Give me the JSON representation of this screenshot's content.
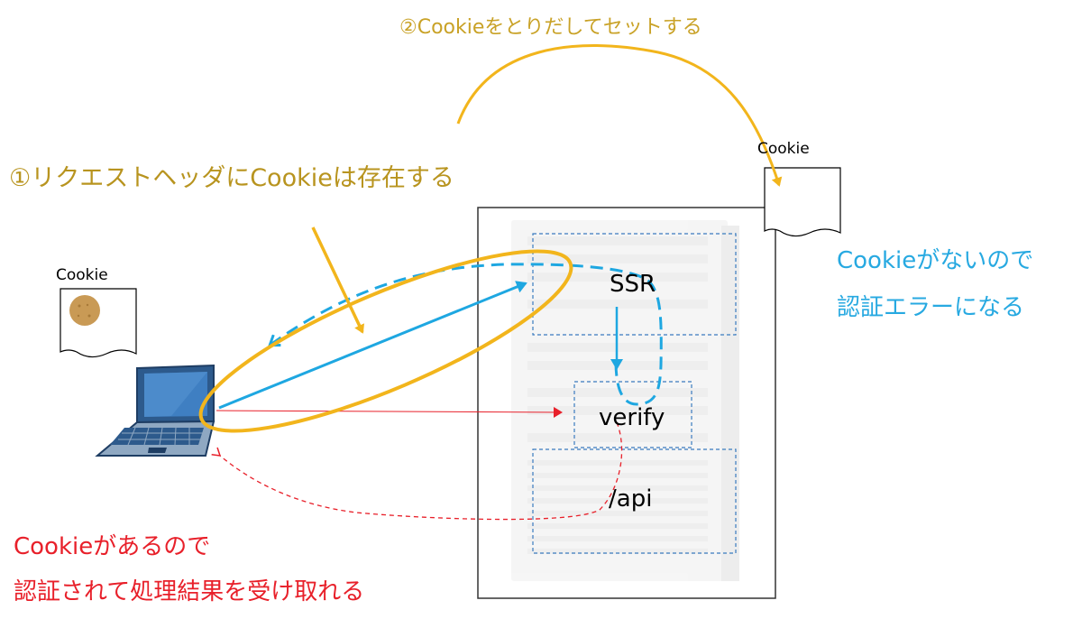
{
  "annotations": {
    "step2": "②Cookieをとりだしてセットする",
    "step1": "①リクエストヘッダにCookieは存在する",
    "blue_line1": "Cookieがないので",
    "blue_line2": "認証エラーになる",
    "red_line1": "Cookieがあるので",
    "red_line2": "認証されて処理結果を受け取れる"
  },
  "documents": {
    "client_cookie": "Cookie",
    "server_cookie": "Cookie"
  },
  "server": {
    "components": {
      "ssr": "SSR",
      "verify": "verify",
      "api": "/api"
    }
  },
  "colors": {
    "yellow": "#f2b51c",
    "blue": "#1ea7e1",
    "red": "#e8202a",
    "cookie": "#c99a55",
    "laptop": "#2d5a8c"
  },
  "icons": [
    "laptop-icon",
    "server-rack-icon",
    "cookie-icon"
  ]
}
